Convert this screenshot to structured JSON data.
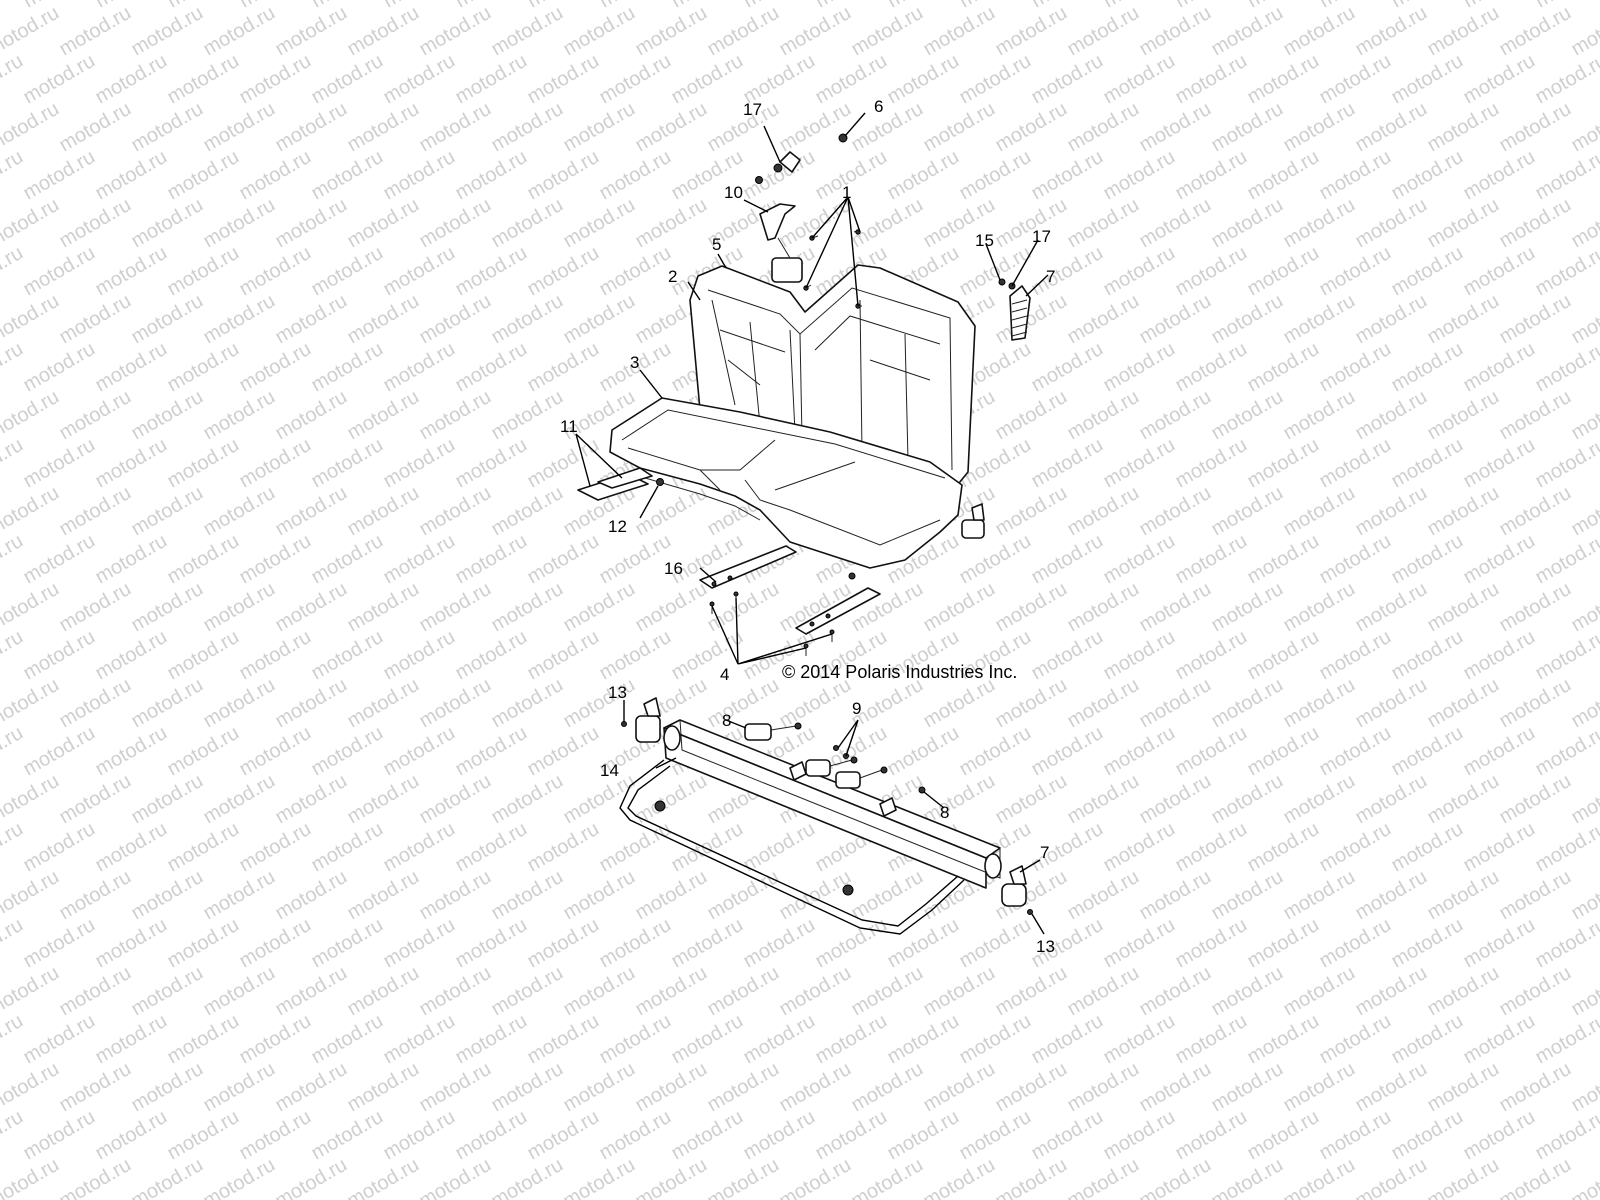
{
  "watermark": {
    "text": "motod.ru"
  },
  "copyright": "© 2014 Polaris Industries Inc.",
  "callouts": {
    "c1": "1",
    "c2": "2",
    "c3": "3",
    "c4": "4",
    "c5": "5",
    "c6": "6",
    "c7a": "7",
    "c7b": "7",
    "c8a": "8",
    "c8b": "8",
    "c9": "9",
    "c10": "10",
    "c11": "11",
    "c12": "12",
    "c13a": "13",
    "c13b": "13",
    "c14": "14",
    "c15": "15",
    "c16": "16",
    "c17a": "17",
    "c17b": "17"
  }
}
